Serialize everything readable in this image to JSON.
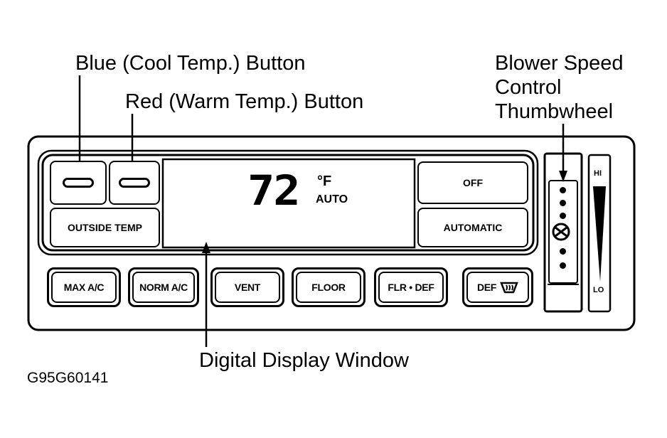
{
  "callouts": {
    "blue_button": "Blue (Cool Temp.) Button",
    "red_button": "Red (Warm Temp.) Button",
    "blower_line1": "Blower Speed",
    "blower_line2": "Control",
    "blower_line3": "Thumbwheel",
    "display_window": "Digital Display Window"
  },
  "figure_id": "G95G60141",
  "display": {
    "temperature": "72",
    "unit": "°F",
    "mode": "AUTO"
  },
  "panel_buttons": {
    "outside_temp": "OUTSIDE TEMP",
    "off": "OFF",
    "automatic": "AUTOMATIC"
  },
  "mode_buttons": [
    "MAX A/C",
    "NORM A/C",
    "VENT",
    "FLOOR",
    "FLR • DEF",
    "DEF"
  ],
  "blower_scale": {
    "high": "HI",
    "low": "LO"
  }
}
